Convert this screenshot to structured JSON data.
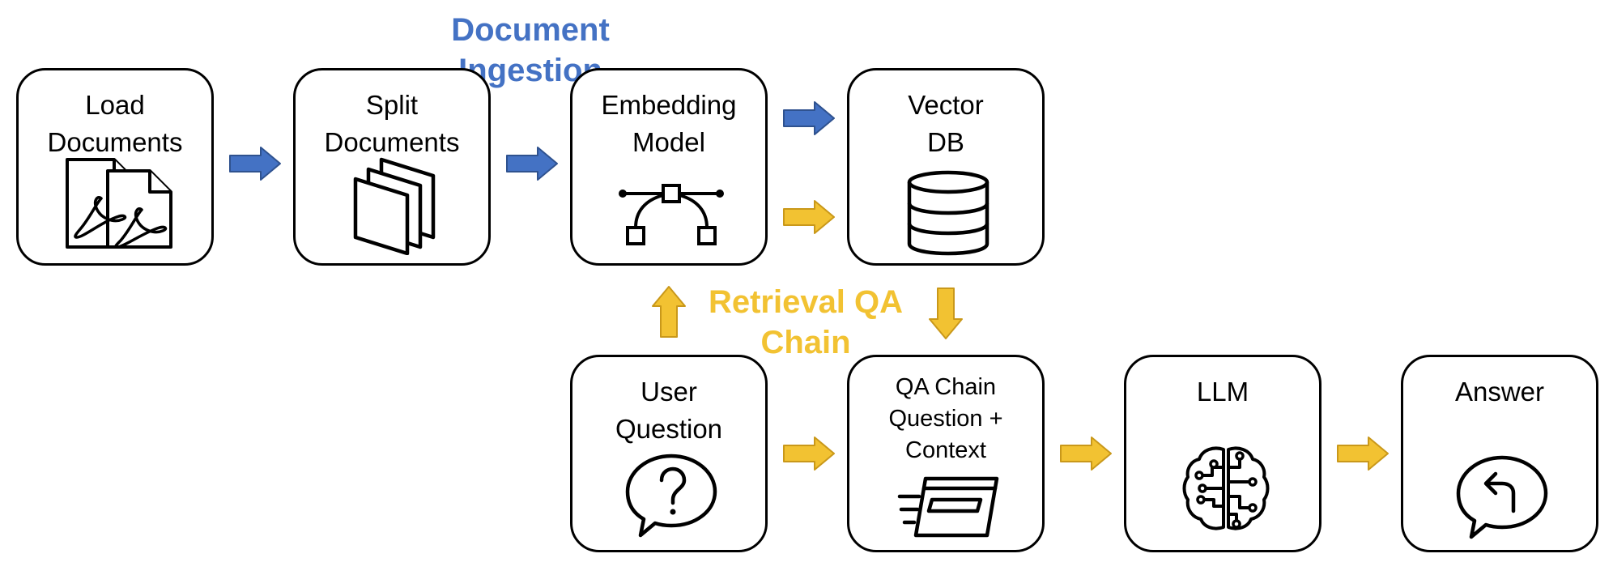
{
  "sections": {
    "ingestion": "Document Ingestion",
    "retrieval": "Retrieval QA\nChain"
  },
  "nodes": {
    "load": "Load\nDocuments",
    "split": "Split\nDocuments",
    "embedding": "Embedding\nModel",
    "vectordb": "Vector\nDB",
    "question": "User\nQuestion",
    "qachain": "QA Chain\nQuestion +\nContext",
    "llm": "LLM",
    "answer": "Answer"
  },
  "colors": {
    "ingestion": "#4472c4",
    "retrieval": "#f2c232",
    "outline": "#000000"
  },
  "icons": {
    "load": "pdf-documents-icon",
    "split": "stacked-pages-icon",
    "embedding": "vector-bezier-icon",
    "vectordb": "database-icon",
    "question": "question-bubble-icon",
    "qachain": "fast-document-icon",
    "llm": "brain-circuit-icon",
    "answer": "reply-bubble-icon"
  }
}
